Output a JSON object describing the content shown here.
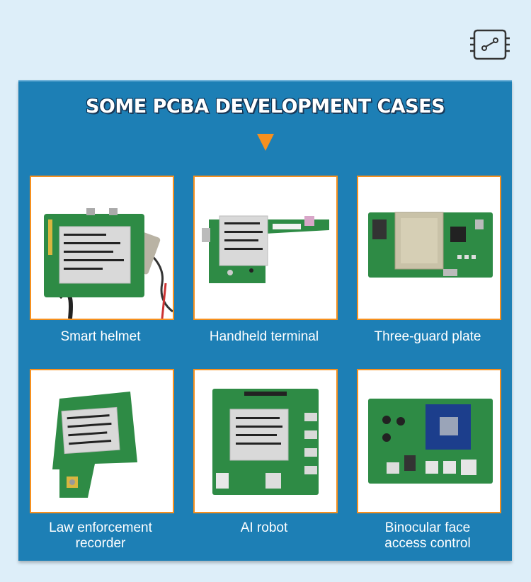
{
  "header": {
    "title": "SOME PCBA DEVELOPMENT CASES"
  },
  "cases": [
    {
      "label": "Smart helmet"
    },
    {
      "label": "Handheld terminal"
    },
    {
      "label": "Three-guard plate"
    },
    {
      "label": "Law enforcement\nrecorder"
    },
    {
      "label": "AI robot"
    },
    {
      "label": "Binocular face\naccess control"
    }
  ],
  "colors": {
    "panel": "#1d7fb5",
    "accent": "#f6901e",
    "pcb": "#2e8b45"
  }
}
